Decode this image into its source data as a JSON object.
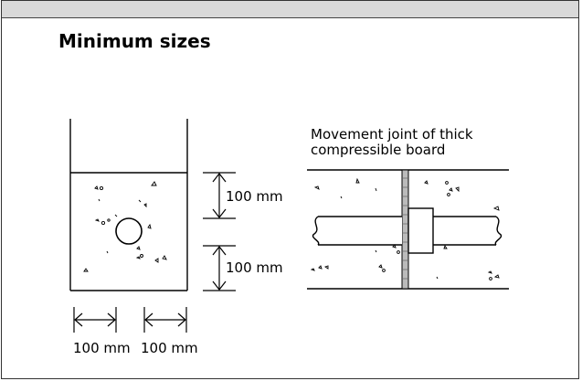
{
  "title": "Minimum sizes",
  "left_figure": {
    "dim_vertical_top": "100 mm",
    "dim_vertical_bottom": "100 mm",
    "dim_horizontal_left": "100 mm",
    "dim_horizontal_right": "100 mm"
  },
  "right_figure": {
    "joint_label_line1": "Movement joint of thick",
    "joint_label_line2": "compressible board"
  }
}
